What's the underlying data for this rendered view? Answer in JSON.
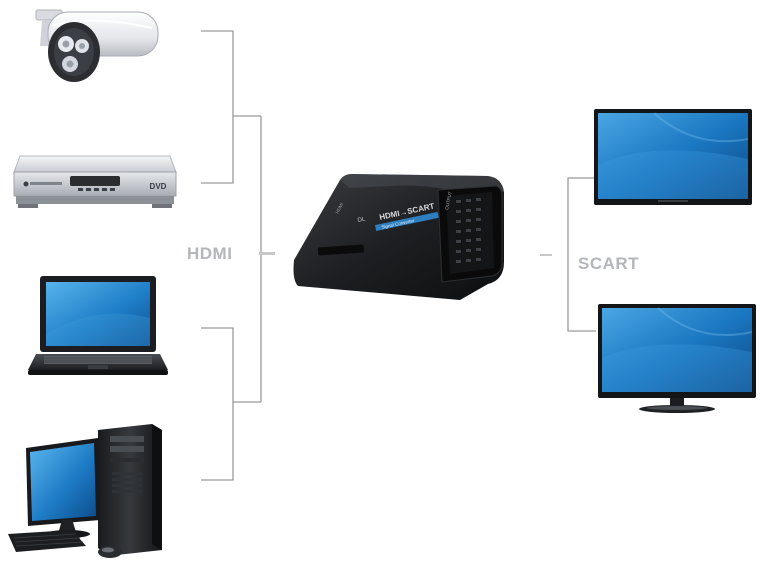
{
  "labels": {
    "input": "HDMI",
    "output": "SCART"
  },
  "converter": {
    "brand_text": "HDMI→SCART",
    "sub_text": "Signal Converter",
    "port_left": "HDMI",
    "port_right": "OUTPUT",
    "front_mark": "DL"
  },
  "dvd": {
    "logo_text": "DVD"
  },
  "colors": {
    "wire": "#9a9a9a",
    "label": "#b4b6ba",
    "screen": "#1f7fc8",
    "device_dark": "#1c1c1e"
  },
  "icons": [
    "security-camera-icon",
    "dvd-player-icon",
    "laptop-icon",
    "desktop-pc-icon",
    "hdmi-scart-converter-icon",
    "tv-monitor-icon"
  ]
}
